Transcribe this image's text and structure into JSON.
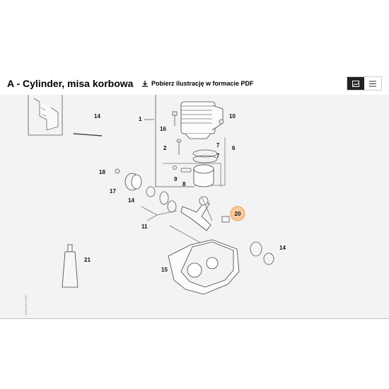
{
  "header": {
    "title": "A - Cylinder, misa korbowa",
    "pdf_link_label": "Pobierz ilustrację w formacie PDF",
    "icons": {
      "pdf": "download-icon",
      "image_view": "image-view-icon",
      "list_view": "list-view-icon"
    }
  },
  "diagram": {
    "callouts": {
      "c1": "1",
      "c2": "2",
      "c6": "6",
      "c7a": "7",
      "c7b": "7",
      "c8": "8",
      "c9": "9",
      "c10": "10",
      "c11": "11",
      "c14a": "14",
      "c14b": "14",
      "c14c": "14",
      "c15": "15",
      "c16": "16",
      "c17": "17",
      "c18": "18",
      "c20": "20",
      "c21": "21"
    },
    "highlight_color": "#f4a460",
    "side_code": "4180-GET-0420"
  }
}
